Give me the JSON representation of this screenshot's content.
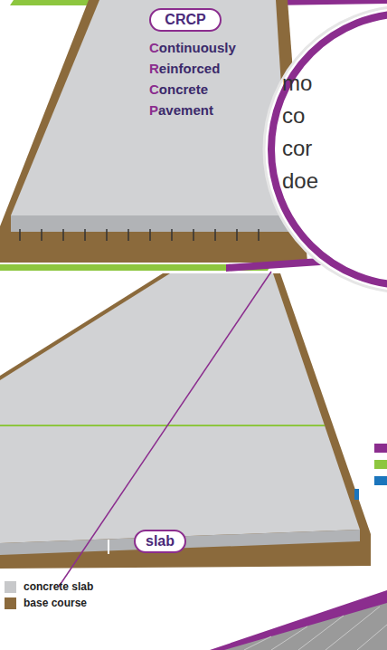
{
  "diagram": {
    "nodes": [
      {
        "text": [
          "CRCP"
        ]
      },
      {
        "text": [
          "mo co cor doe"
        ]
      },
      {
        "text": [
          "slab"
        ]
      }
    ],
    "labels": [
      "Continuously",
      "Reinforced",
      "Concrete",
      "Pavement"
    ],
    "legend": [
      {
        "text": "concrete slab",
        "color": "#c7c8ca"
      },
      {
        "text": "base course",
        "color": "#8b6a3c"
      }
    ]
  }
}
